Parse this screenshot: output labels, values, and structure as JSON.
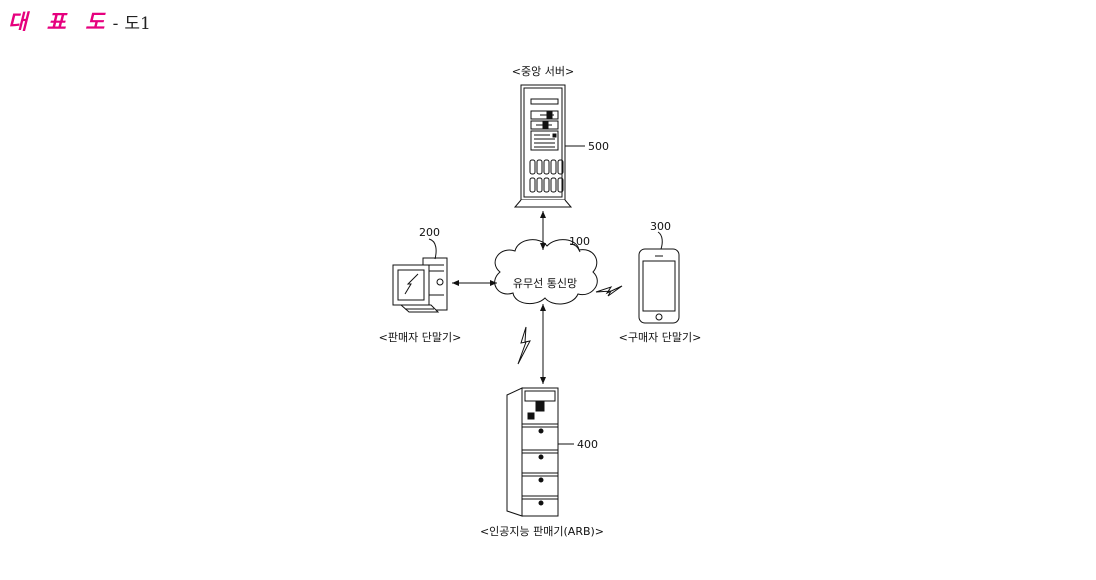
{
  "header": {
    "title": "대 표 도",
    "separator": "-",
    "figure": "도1"
  },
  "diagram": {
    "nodes": {
      "server": {
        "label": "<중앙 서버>",
        "ref": "500"
      },
      "network": {
        "label": "유무선 통신망",
        "ref": "100"
      },
      "seller": {
        "label": "<판매자 단말기>",
        "ref": "200"
      },
      "buyer": {
        "label": "<구매자 단말기>",
        "ref": "300"
      },
      "vending": {
        "label": "<인공지능 판매기(ARB)>",
        "ref": "400"
      }
    }
  }
}
